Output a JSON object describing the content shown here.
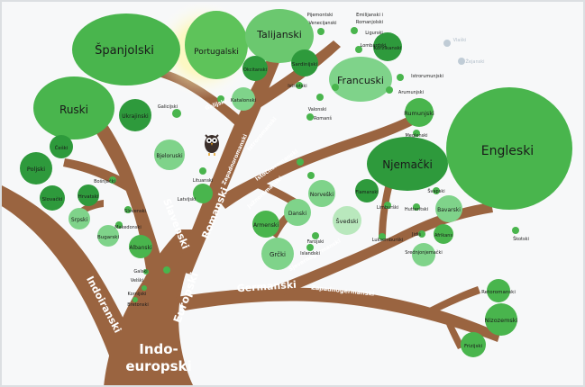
{
  "trunk": {
    "indo_line1": "Indo-",
    "indo_line2": "europski",
    "indoiranski": "Indoiranski",
    "europski": "Europski",
    "slavenski": "Slavenski",
    "romanski": "Romanski",
    "germanski": "Germanski"
  },
  "branches": {
    "zapadnoromanski": "Zapadnoromanski",
    "istocnoromanski": "Istočnoromanski",
    "juznoromanski": "Južnoromanski",
    "zapadnogermanski": "Zapadnogermanski",
    "sjevernogermanski": "Sjevernogermanski",
    "galijski": "Galijski",
    "istroromanski_branch": "Istroromanski"
  },
  "large_leaves": {
    "spanjolski": "Španjolski",
    "portugalski": "Portugalski",
    "talijanski": "Talijanski",
    "francuski": "Francuski",
    "ruski": "Ruski",
    "njemacki": "Njemački",
    "engleski": "Engleski"
  },
  "medium_leaves": {
    "poljski": "Poljski",
    "ukrajinski": "Ukrajinski",
    "bjeloruski": "Bjeloruski",
    "cesko": "Češki",
    "slovacki": "Slovački",
    "hrvatski": "Hrvatski",
    "srpski": "Srpski",
    "bugarski": "Bugarski",
    "albanski": "Albanski",
    "armenski": "Armenski",
    "grcki": "Grčki",
    "danski": "Danski",
    "norveski": "Norveški",
    "svedski": "Švedski",
    "rumunjski": "Rumunjski",
    "katalonski": "Katalonski",
    "sardinijski": "Sardinijski",
    "korzikanski": "Korzikanski",
    "nizozemski": "Nizozemski",
    "frizijski": "Frizijski",
    "bavarski": "Bavarski",
    "afrikans": "Afrikans",
    "flamanski": "Flamanski",
    "jidis": "Jidiš",
    "srednjonjemacki": "Srednjonjemački",
    "luksemburski": "Luksemburški",
    "svapski": "Švapski",
    "skotski": "Škotski",
    "retoromanski": "Retoromanski",
    "okcitanski": "Okcitanski"
  },
  "small_labels": {
    "pijemontski": "Pijemontski",
    "venecijanski": "Venecijanski",
    "emilijanski": "Emilijanski i",
    "romanjolski": "Romanjolski",
    "ligurski": "Ligurski",
    "lombardski": "Lombardski",
    "istriotski": "Istriotski",
    "valonski": "Valonski",
    "romans": "Romanš",
    "arumunjski": "Arumunjski",
    "istrorumunjski": "Istrorumunjski",
    "meglenski": "Meglenski",
    "galicijski": "Galicijski",
    "bosnjacki": "Bošnjački",
    "slovenski": "Slovenski",
    "makedonski": "Makedonski",
    "lituanski": "Lituanski",
    "latvijski": "Latvijski",
    "kornijski": "Kornijski",
    "gelski": "Galski",
    "velski": "Velški",
    "bretonski": "Bretonski",
    "islandski": "Islandski",
    "farojski": "Farojski",
    "limburski": "Limburški",
    "hutterit": "Hutteritski",
    "vlaski": "Vlaški",
    "zeljanski": "Žejanski"
  },
  "colors": {
    "branch": "#9a6440",
    "branch_dark": "#7d4f31",
    "leaf_dark": "#2e9a3c",
    "leaf_mid": "#49b54d",
    "leaf_light": "#7fd38a",
    "leaf_pale": "#b9e8bd",
    "wall": "#ffffff"
  },
  "icons": {
    "owl": "owl-icon"
  }
}
